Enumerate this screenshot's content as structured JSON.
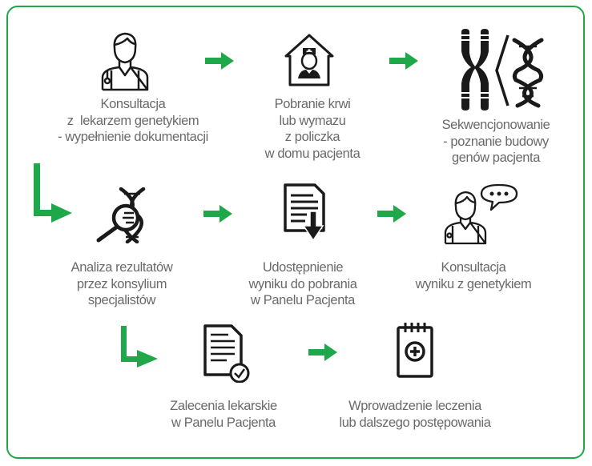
{
  "colors": {
    "accent": "#1fa84a",
    "text": "#6a6a6a",
    "icon": "#1a1a1a"
  },
  "steps": [
    {
      "icon": "doctor-icon",
      "label": "Konsultacja\nz  lekarzem genetykiem\n- wypełnienie dokumentacji"
    },
    {
      "icon": "house-nurse-icon",
      "label": "Pobranie krwi\nlub wymazu\nz policzka\nw domu pacjenta"
    },
    {
      "icon": "chromosome-dna-icon",
      "label": "Sekwencjonowanie\n- poznanie budowy\ngenów pacjenta"
    },
    {
      "icon": "dna-magnifier-icon",
      "label": "Analiza rezultatów\nprzez konsylium\nspecjalistów"
    },
    {
      "icon": "document-download-icon",
      "label": "Udostępnienie\nwyniku do pobrania\nw Panelu Pacjenta"
    },
    {
      "icon": "doctor-speech-icon",
      "label": "Konsultacja\nwyniku z genetykiem"
    },
    {
      "icon": "document-check-icon",
      "label": "Zalecenia lekarskie\nw Panelu Pacjenta"
    },
    {
      "icon": "notepad-medical-icon",
      "label": "Wprowadzenie leczenia\nlub dalszego postępowania"
    }
  ]
}
